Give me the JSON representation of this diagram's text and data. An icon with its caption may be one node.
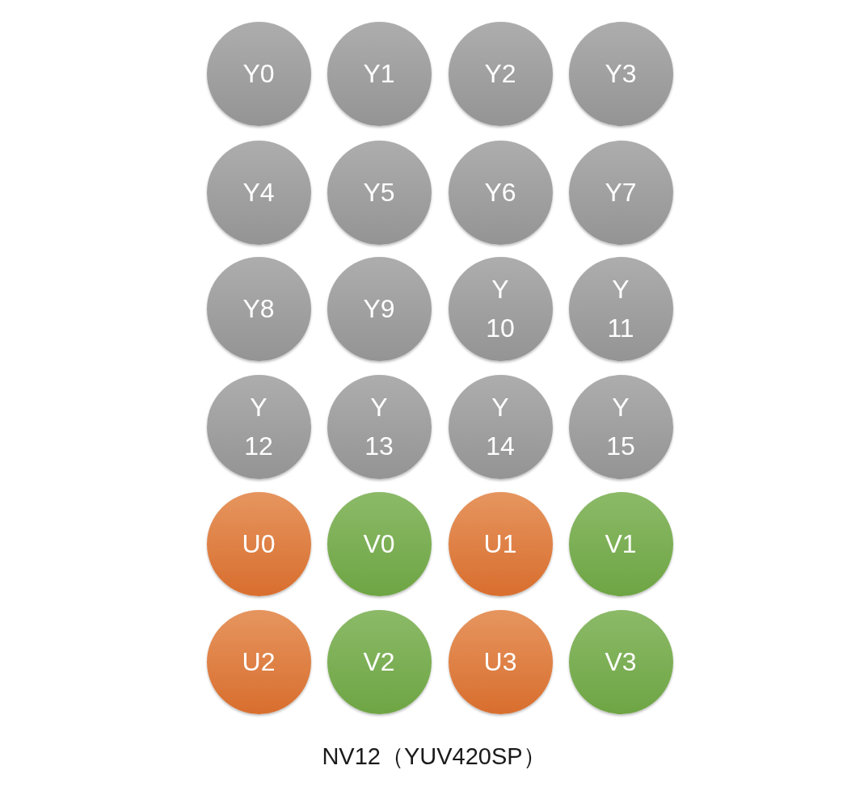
{
  "diagram": {
    "caption": "NV12（YUV420SP）",
    "nodes": [
      {
        "text": [
          "Y0"
        ]
      },
      {
        "text": [
          "Y1"
        ]
      },
      {
        "text": [
          "Y2"
        ]
      },
      {
        "text": [
          "Y3"
        ]
      },
      {
        "text": [
          "Y4"
        ]
      },
      {
        "text": [
          "Y5"
        ]
      },
      {
        "text": [
          "Y6"
        ]
      },
      {
        "text": [
          "Y7"
        ]
      },
      {
        "text": [
          "Y8"
        ]
      },
      {
        "text": [
          "Y9"
        ]
      },
      {
        "text": [
          "Y 10"
        ]
      },
      {
        "text": [
          "Y 11"
        ]
      },
      {
        "text": [
          "Y 12"
        ]
      },
      {
        "text": [
          "Y 13"
        ]
      },
      {
        "text": [
          "Y 14"
        ]
      },
      {
        "text": [
          "Y 15"
        ]
      },
      {
        "text": [
          "U0"
        ]
      },
      {
        "text": [
          "V0"
        ]
      },
      {
        "text": [
          "U1"
        ]
      },
      {
        "text": [
          "V1"
        ]
      },
      {
        "text": [
          "U2"
        ]
      },
      {
        "text": [
          "V2"
        ]
      },
      {
        "text": [
          "U3"
        ]
      },
      {
        "text": [
          "V3"
        ]
      }
    ]
  }
}
